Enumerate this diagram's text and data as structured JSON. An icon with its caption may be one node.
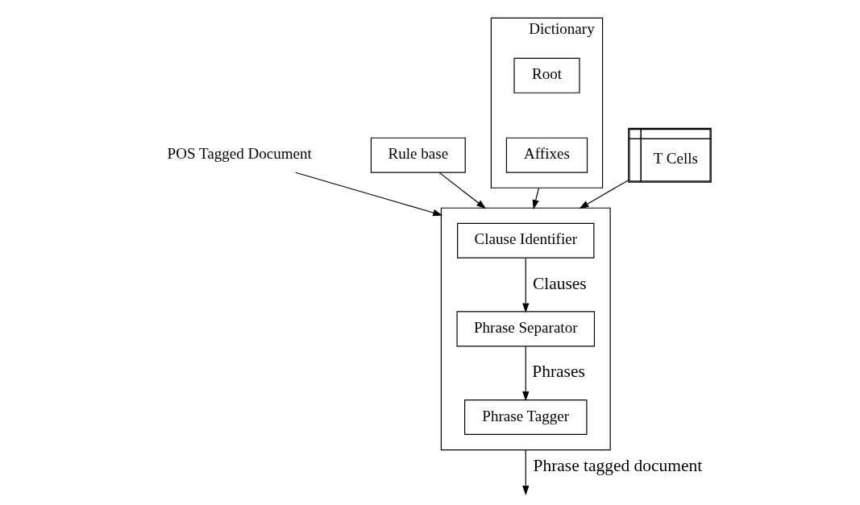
{
  "diagram": {
    "nodes": [
      {
        "text": [
          "POS Tagged Document"
        ]
      },
      {
        "text": [],
        "shape": "box"
      },
      {
        "text": [
          "Clause Identifier"
        ],
        "in": 1
      },
      {
        "text": [
          "Phrase Separator"
        ],
        "in": 1
      },
      {
        "text": [
          "Phrase Tagger"
        ],
        "in": 1
      },
      {
        "text": [
          "Rule base"
        ]
      },
      {
        "text": [
          "Dictionary"
        ]
      },
      {
        "text": [
          "Root"
        ],
        "in": 6
      },
      {
        "text": [
          "Affixes"
        ],
        "in": 6
      },
      {
        "text": [
          "T Cells"
        ]
      }
    ],
    "edges": [
      {
        "from": 0,
        "to": 1,
        "arrow": "to"
      },
      {
        "from": 6,
        "to": 1,
        "arrow": "to"
      },
      {
        "from": 5,
        "to": 1,
        "arrow": "to"
      },
      {
        "from": 2,
        "to": 3,
        "arrow": "to",
        "label": "Clauses"
      },
      {
        "from": 3,
        "to": 4,
        "arrow": "to",
        "label": "Phrases"
      },
      {
        "from": 9,
        "to": 1,
        "arrow": "to"
      },
      {
        "from": 1,
        "to": null,
        "arrow": "to",
        "label": "Phrase tagged document"
      }
    ]
  }
}
